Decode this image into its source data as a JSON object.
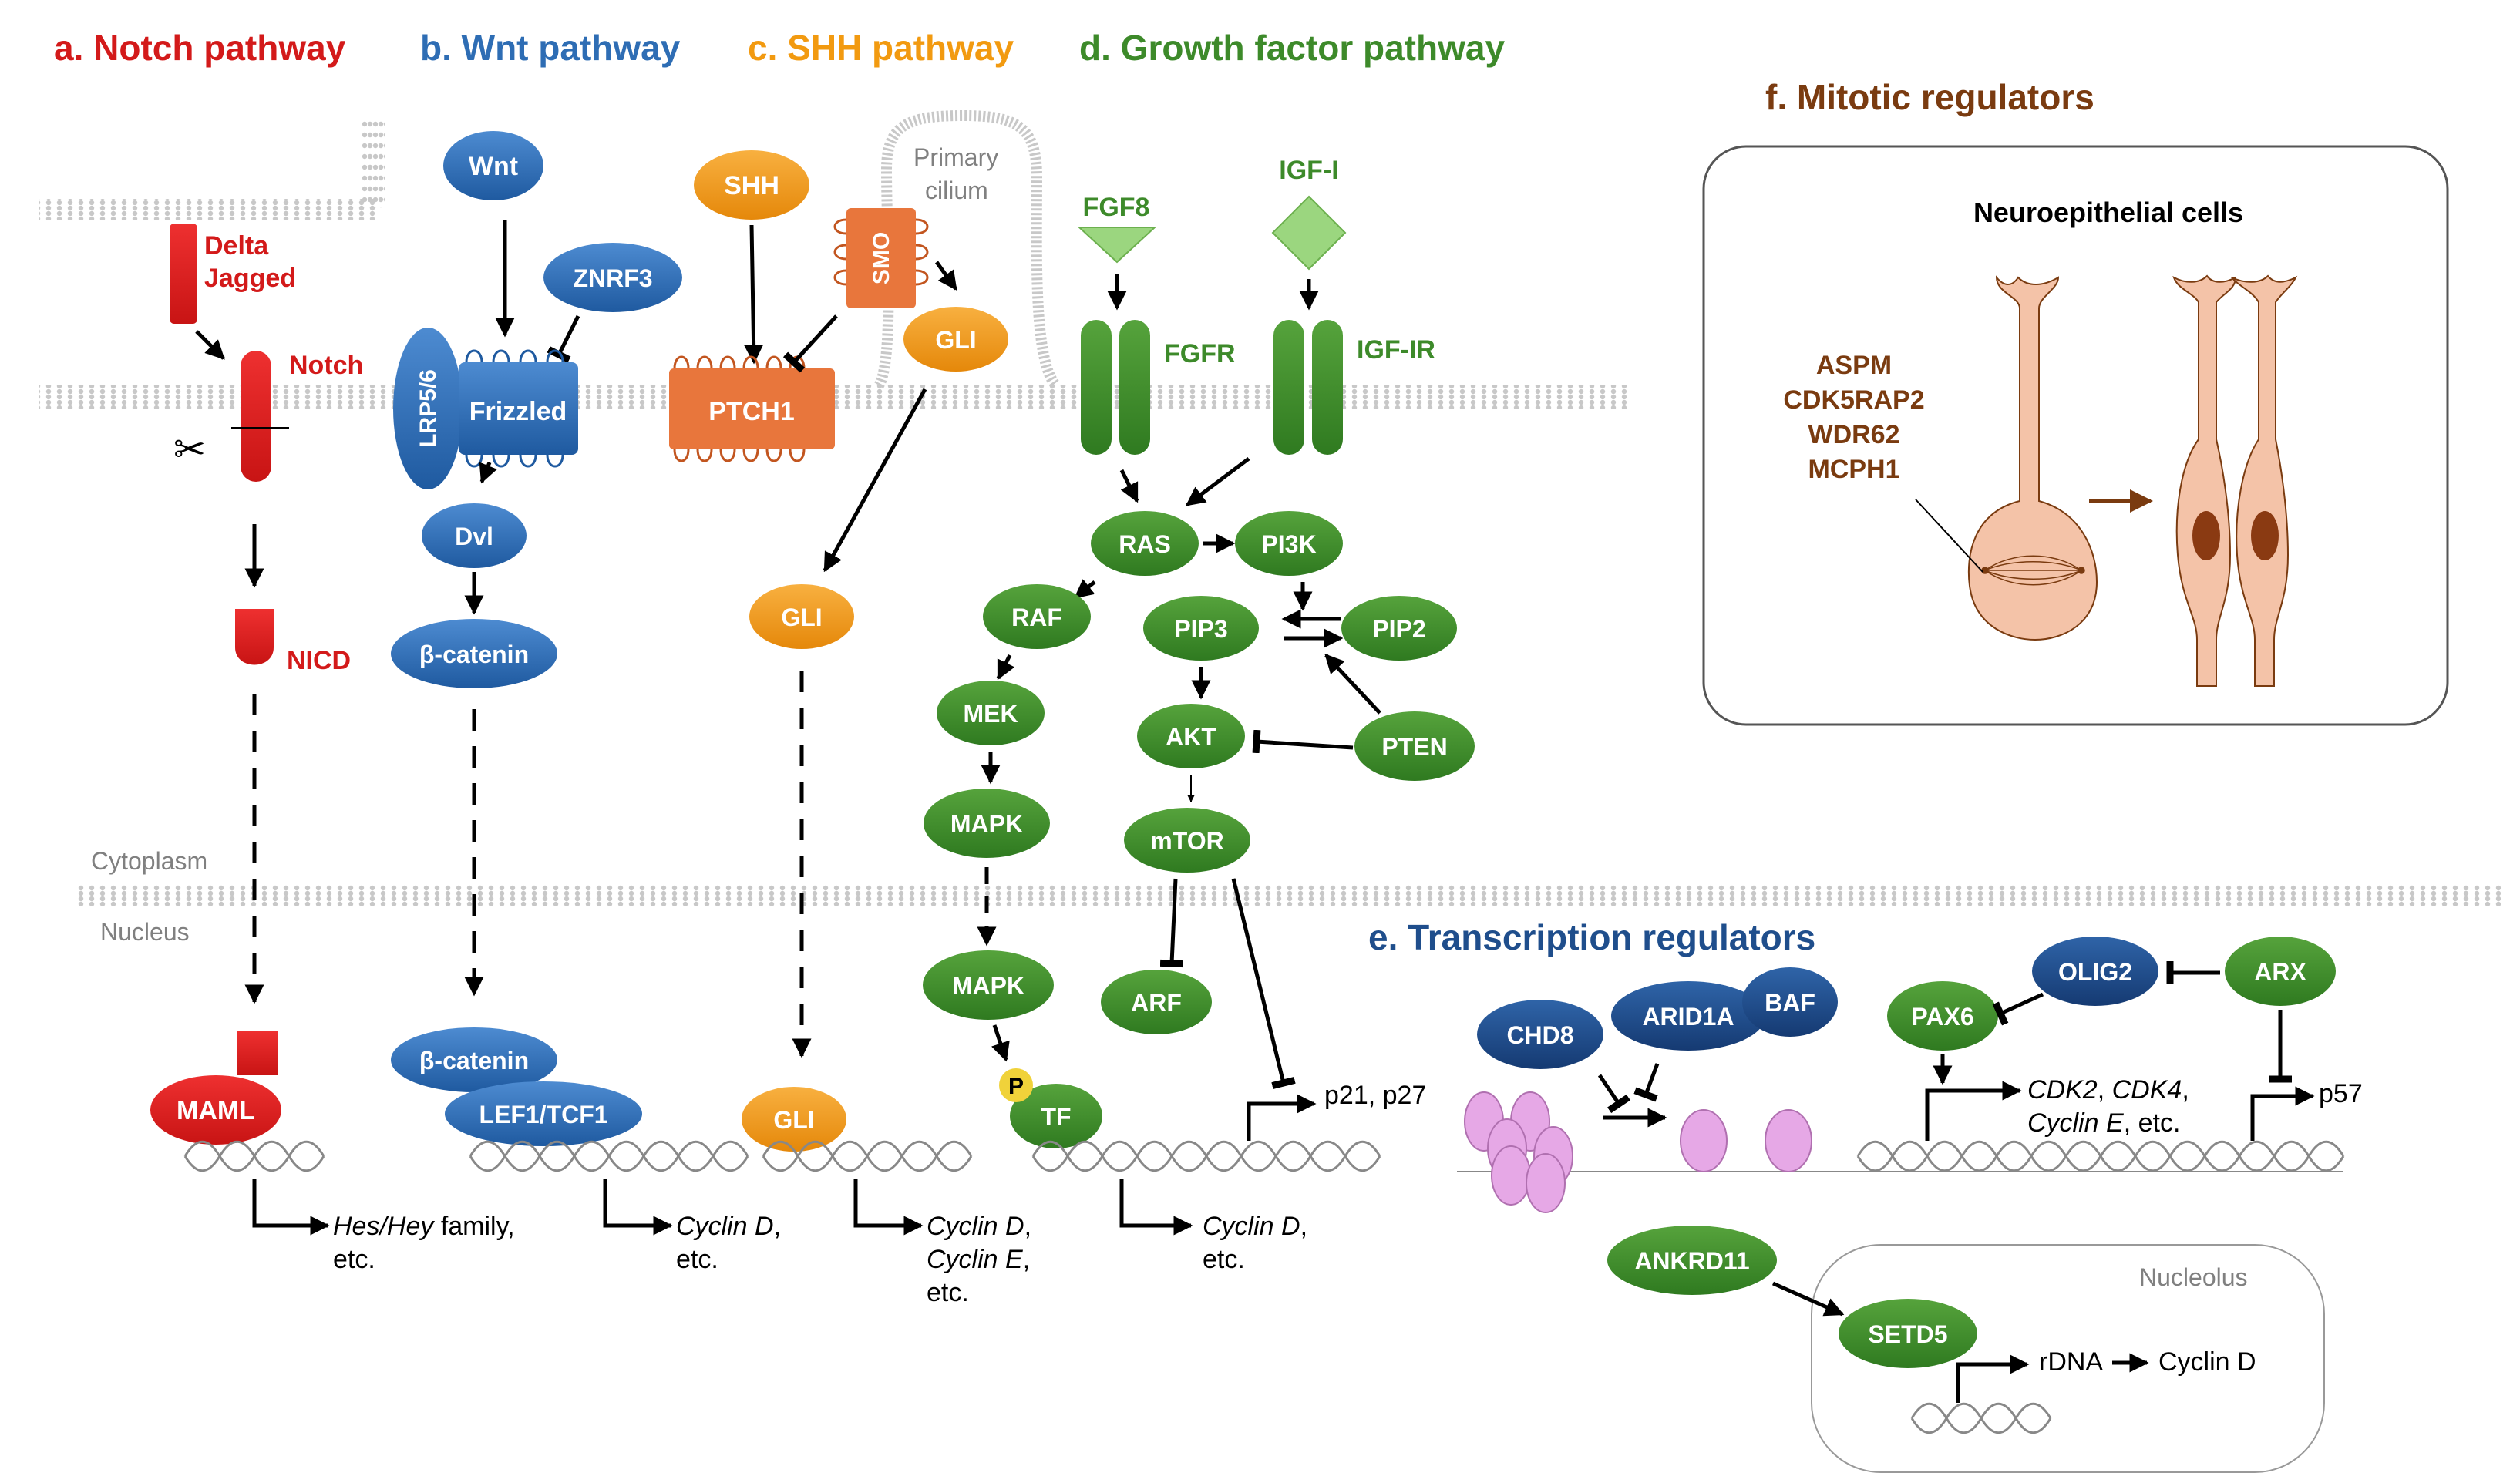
{
  "colors": {
    "notch": "#d31a1a",
    "wnt": "#2e6db4",
    "shh": "#f29a10",
    "growth": "#3d8a2a",
    "transcription": "#1f4e8c",
    "mitotic": "#7a3b10",
    "chromatin": "#e6a8e6",
    "neuro_cell": "#f4c3a8"
  },
  "titles": {
    "notch": "a. Notch pathway",
    "wnt": "b. Wnt pathway",
    "shh": "c. SHH pathway",
    "growth": "d. Growth factor pathway",
    "transcription": "e. Transcription regulators",
    "mitotic": "f. Mitotic regulators"
  },
  "compartments": {
    "cytoplasm": "Cytoplasm",
    "nucleus": "Nucleus",
    "cilium_1": "Primary",
    "cilium_2": "cilium",
    "nucleolus": "Nucleolus"
  },
  "notch": {
    "ligand_1": "Delta",
    "ligand_2": "Jagged",
    "receptor": "Notch",
    "nicd": "NICD",
    "maml": "MAML",
    "target_1_it": "Hes/Hey",
    "target_1_rest": " family,",
    "target_2": "etc."
  },
  "wnt": {
    "wnt": "Wnt",
    "znrf3": "ZNRF3",
    "lrp": "LRP5/6",
    "frizzled": "Frizzled",
    "dvl": "Dvl",
    "bcat": "β-catenin",
    "bcat_nuc": "β-catenin",
    "lef": "LEF1/TCF1",
    "target_1": "Cyclin D",
    "target_1_rest": ",",
    "target_2": "etc."
  },
  "shh": {
    "shh": "SHH",
    "smo": "SMO",
    "ptch": "PTCH1",
    "gli_1": "GLI",
    "gli_2": "GLI",
    "gli_3": "GLI",
    "target_1": "Cyclin D",
    "target_1_rest": ",",
    "target_2": "Cyclin E",
    "target_2_rest": ",",
    "target_3": "etc."
  },
  "growth": {
    "fgf8": "FGF8",
    "igf": "IGF-I",
    "fgfr": "FGFR",
    "igfr": "IGF-IR",
    "ras": "RAS",
    "pi3k": "PI3K",
    "raf": "RAF",
    "pip3": "PIP3",
    "pip2": "PIP2",
    "mek": "MEK",
    "akt": "AKT",
    "pten": "PTEN",
    "mapk_1": "MAPK",
    "mtor": "mTOR",
    "mapk_2": "MAPK",
    "arf": "ARF",
    "p": "P",
    "tf": "TF",
    "p21": "p21, p27",
    "target_1": "Cyclin D",
    "target_1_rest": ",",
    "target_2": "etc."
  },
  "transcription": {
    "chd8": "CHD8",
    "arid1a": "ARID1A",
    "baf": "BAF",
    "pax6": "PAX6",
    "olig2": "OLIG2",
    "arx": "ARX",
    "cdk2": "CDK2",
    "comma1": ", ",
    "cdk4": "CDK4",
    "comma2": ",",
    "cyclin_e": "Cyclin E",
    "etc": ", etc.",
    "p57": "p57",
    "ankrd11": "ANKRD11",
    "setd5": "SETD5",
    "rdna": "rDNA",
    "cyclin_d": "Cyclin D"
  },
  "mitotic": {
    "cells_title": "Neuroepithelial cells",
    "genes": [
      "ASPM",
      "CDK5RAP2",
      "WDR62",
      "MCPH1"
    ]
  }
}
